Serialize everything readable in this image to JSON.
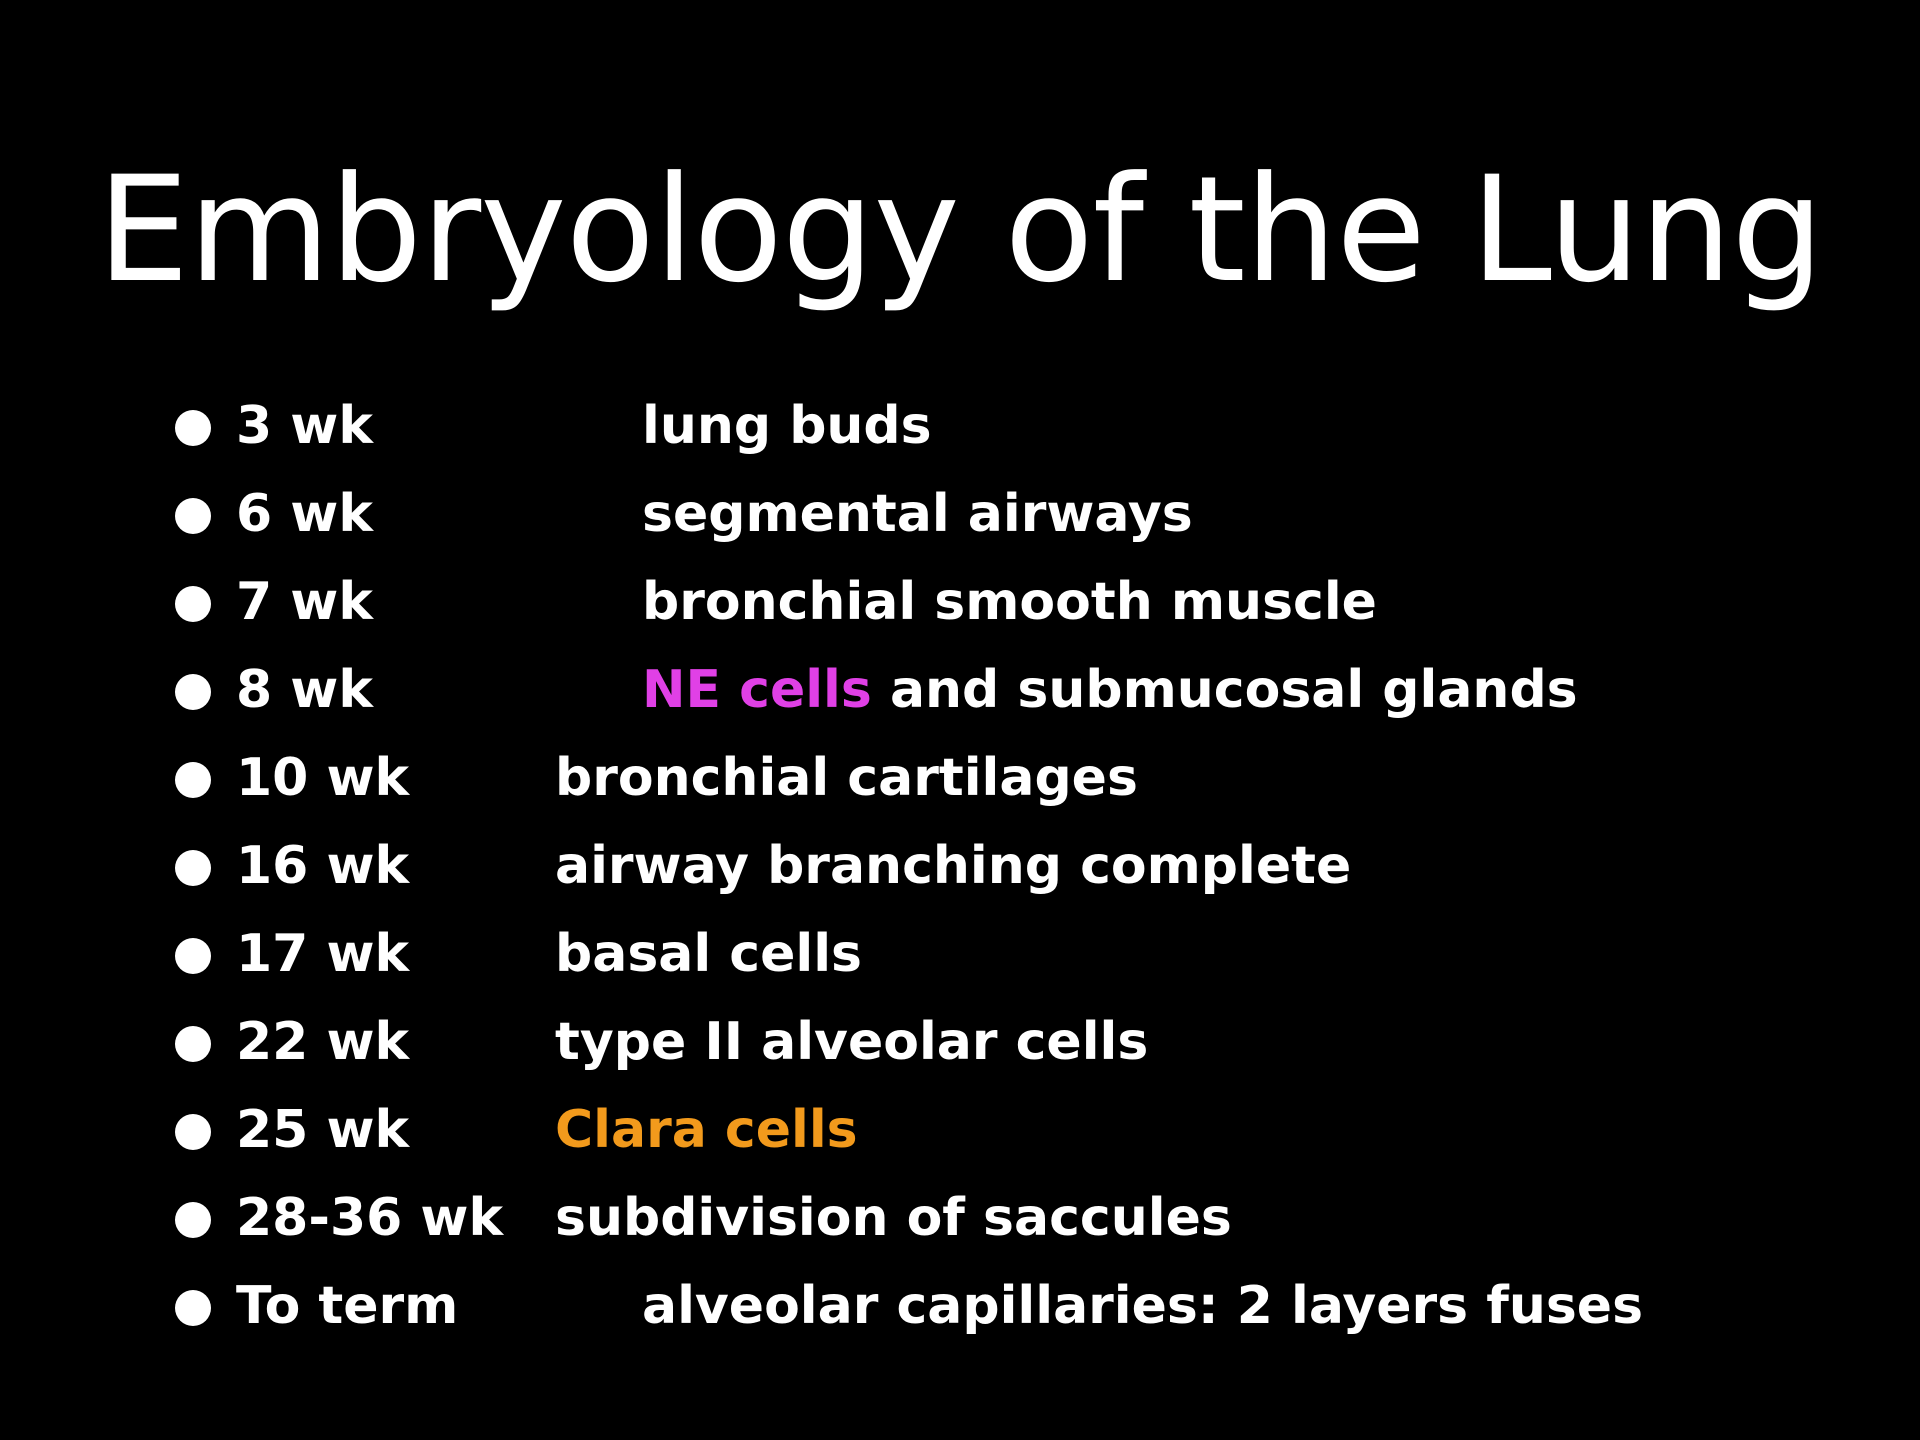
{
  "slide": {
    "title": "Embryology of the Lung",
    "items": [
      {
        "age": "3 wk",
        "desc_plain": "lung buds"
      },
      {
        "age": "6 wk",
        "desc_plain": "segmental airways"
      },
      {
        "age": "7 wk",
        "desc_plain": "bronchial smooth muscle"
      },
      {
        "age": "8 wk",
        "desc_highlight": "NE cells",
        "desc_rest": " and submucosal glands"
      },
      {
        "age": "10 wk",
        "desc_plain": "bronchial cartilages"
      },
      {
        "age": "16 wk",
        "desc_plain": "airway branching complete"
      },
      {
        "age": "17 wk",
        "desc_plain": "basal cells"
      },
      {
        "age": "22 wk",
        "desc_plain": "type II alveolar cells"
      },
      {
        "age": "25 wk",
        "desc_highlight": "Clara cells"
      },
      {
        "age": "28-36 wk",
        "desc_plain": "subdivision of saccules"
      },
      {
        "age": "To term",
        "desc_plain": "alveolar capillaries: 2 layers fuses"
      }
    ]
  },
  "colors": {
    "background": "#000000",
    "text": "#ffffff",
    "highlight_ne_cells": "#e040e6",
    "highlight_clara_cells": "#f29a1c"
  }
}
